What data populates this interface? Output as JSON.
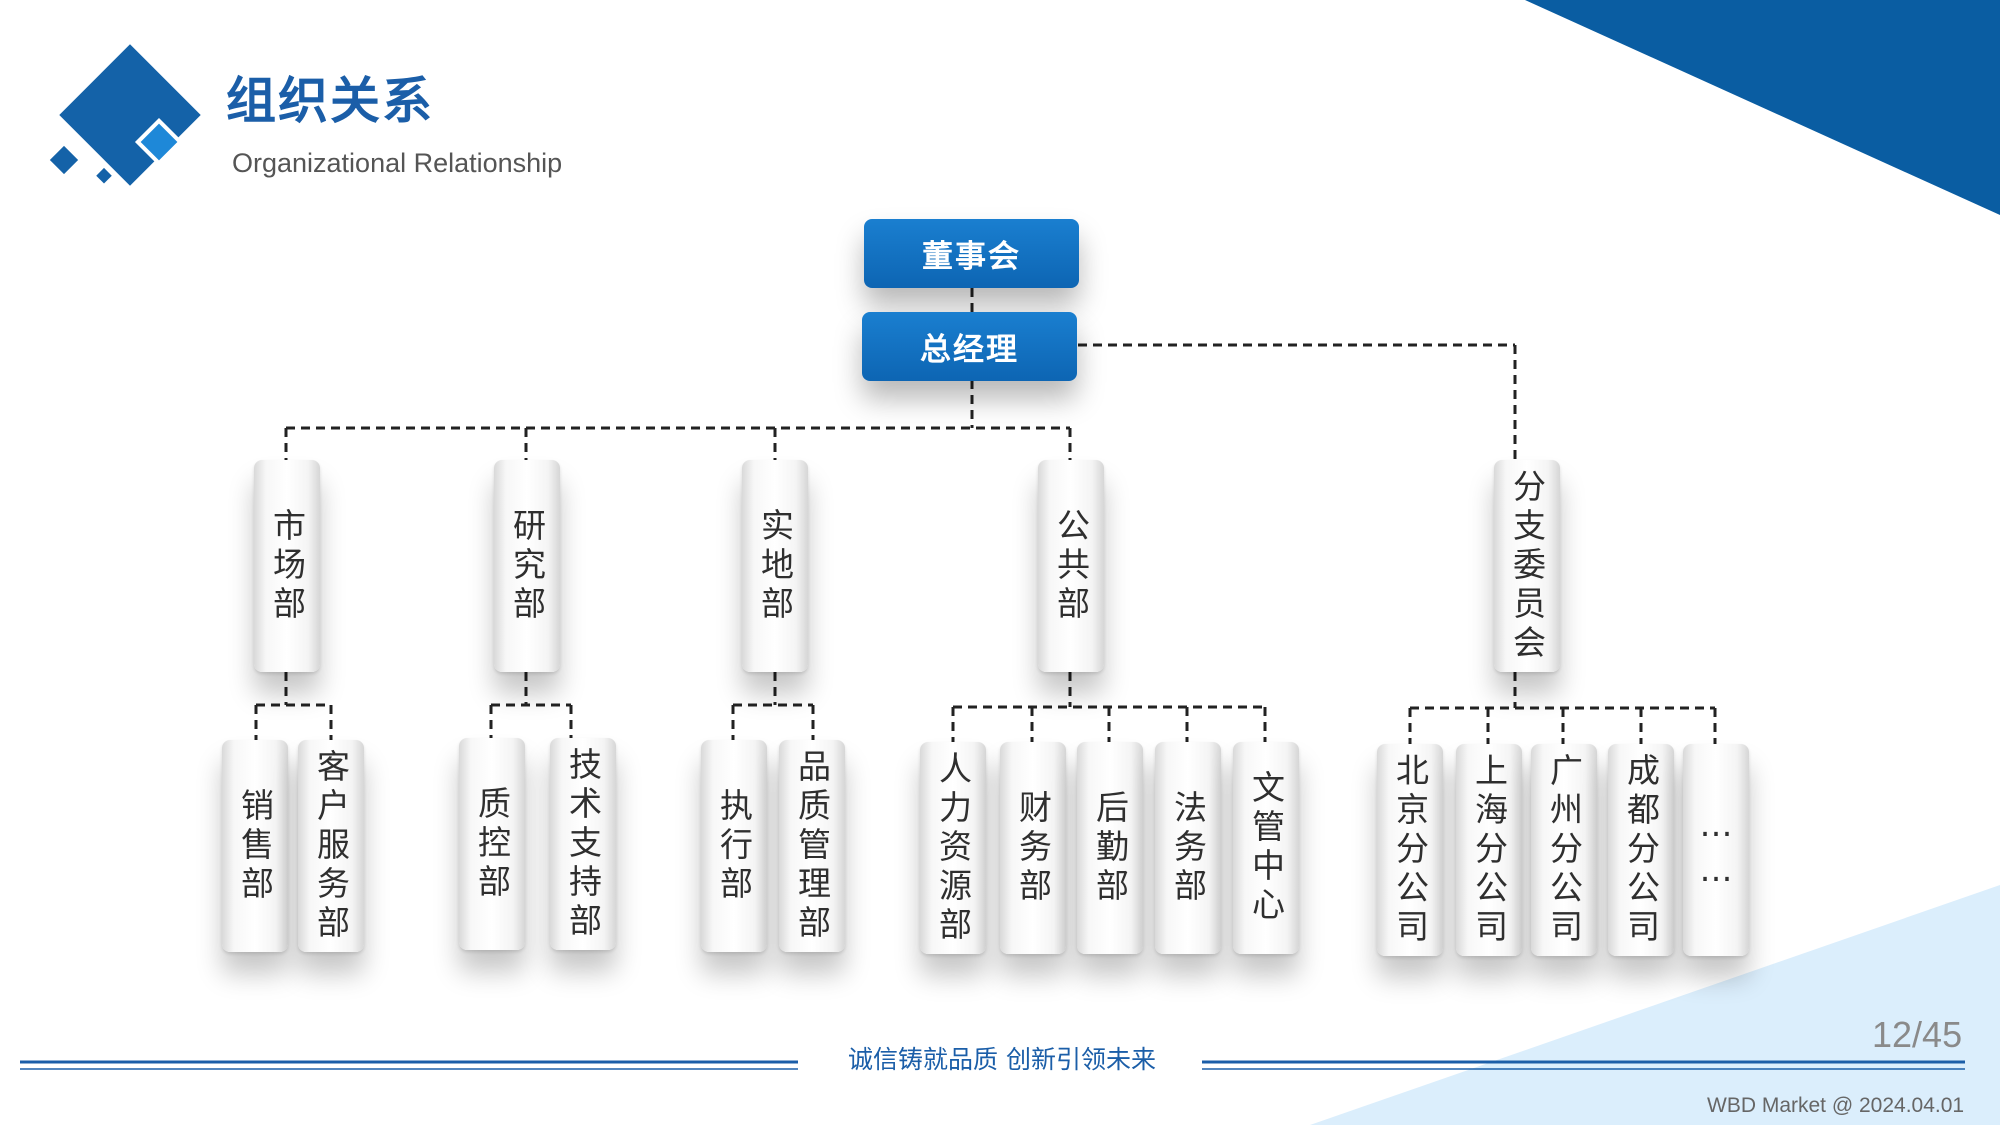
{
  "header": {
    "title": "组织关系",
    "subtitle": "Organizational Relationship"
  },
  "org": {
    "board": "董事会",
    "general_manager": "总经理",
    "departments": [
      {
        "name": "市场部",
        "children": [
          "销售部",
          "客户服务部"
        ]
      },
      {
        "name": "研究部",
        "children": [
          "质控部",
          "技术支持部"
        ]
      },
      {
        "name": "实地部",
        "children": [
          "执行部",
          "品质管理部"
        ]
      },
      {
        "name": "公共部",
        "children": [
          "人力资源部",
          "财务部",
          "后勤部",
          "法务部",
          "文管中心"
        ]
      },
      {
        "name": "分支委员会",
        "children": [
          "北京分公司",
          "上海分公司",
          "广州分公司",
          "成都分公司",
          "……"
        ]
      }
    ]
  },
  "footer": {
    "slogan": "诚信铸就品质 创新引领未来",
    "page": "12/45",
    "note": "WBD Market @ 2024.04.01"
  },
  "colors": {
    "primary": "#0d65b3",
    "dark_blue": "#0a5da2",
    "light_blue": "#dbeefc",
    "connector": "#222222"
  }
}
